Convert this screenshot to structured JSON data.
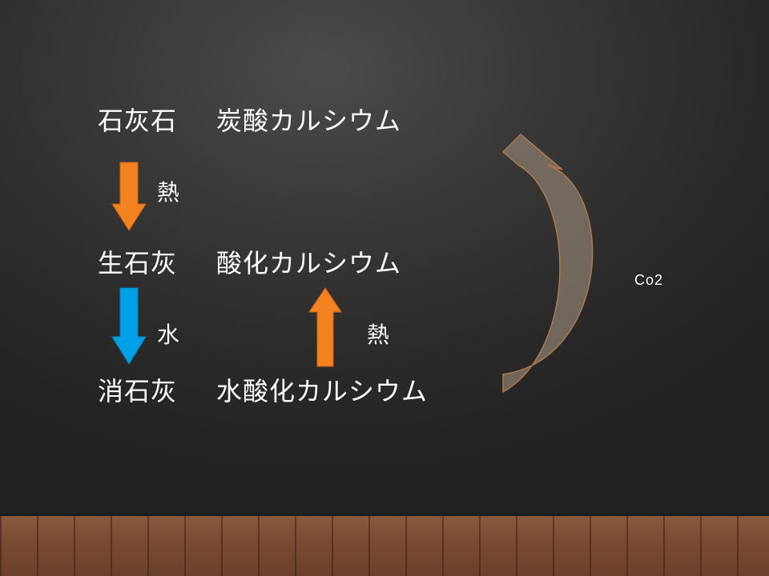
{
  "rows": [
    {
      "name": "石灰石",
      "chem": "炭酸カルシウム"
    },
    {
      "name": "生石灰",
      "chem": "酸化カルシウム"
    },
    {
      "name": "消石灰",
      "chem": "水酸化カルシウム"
    }
  ],
  "arrows": {
    "down1_label": "熱",
    "down2_label": "水",
    "up_label": "熱",
    "curve_label": "Co2"
  },
  "colors": {
    "orange_arrow": "#f58220",
    "blue_arrow": "#00a0e9",
    "curve_arrow": "#8a7c6e",
    "text": "#ffffff"
  }
}
